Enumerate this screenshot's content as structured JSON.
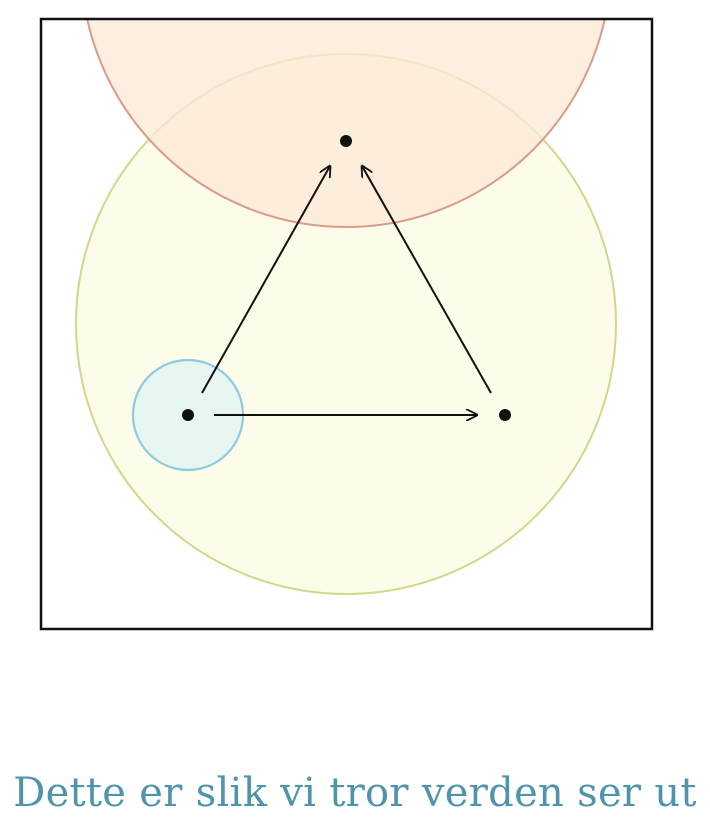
{
  "diagram": {
    "colors": {
      "frame": "#111111",
      "arrow": "#111111",
      "node": "#111111",
      "top_circle_fill": "#fbe9d6",
      "top_circle_stroke": "#d99b8c",
      "big_circle_fill": "#fdfbe9",
      "big_circle_stroke": "#cfd98a",
      "small_circle_fill": "#e7f6f1",
      "small_circle_stroke": "#8ccbe0"
    },
    "nodes": [
      "top",
      "left",
      "right"
    ],
    "edges": [
      {
        "from": "left",
        "to": "top"
      },
      {
        "from": "right",
        "to": "top"
      },
      {
        "from": "left",
        "to": "right"
      }
    ]
  },
  "caption": {
    "text": "Dette er slik vi tror verden ser ut"
  }
}
